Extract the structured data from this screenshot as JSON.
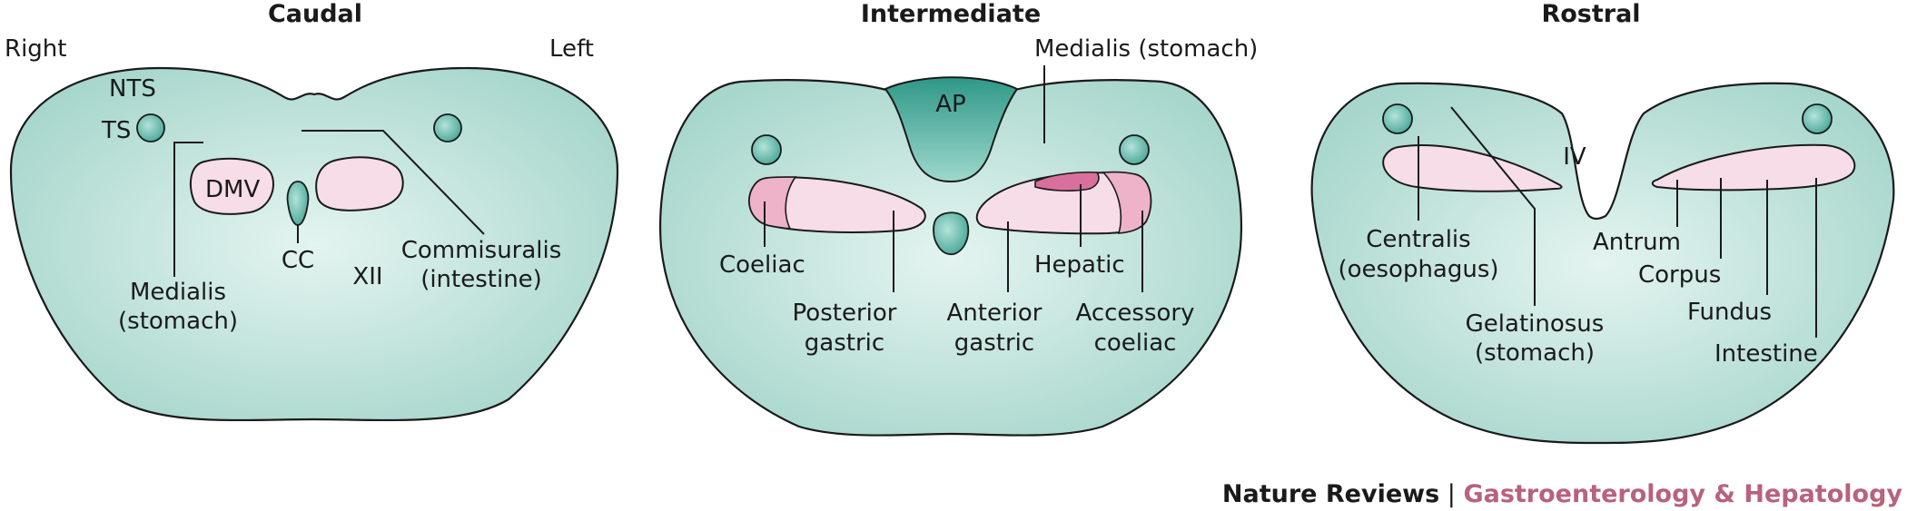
{
  "panels": {
    "caudal": {
      "title": "Caudal",
      "side_right": "Right",
      "side_left": "Left",
      "labels": {
        "nts": "NTS",
        "ts": "TS",
        "dmv": "DMV",
        "cc": "CC",
        "xii": "XII",
        "medialis_1": "Medialis",
        "medialis_2": "(stomach)",
        "commisuralis_1": "Commisuralis",
        "commisuralis_2": "(intestine)"
      }
    },
    "intermediate": {
      "title": "Intermediate",
      "labels": {
        "ap": "AP",
        "medialis": "Medialis (stomach)",
        "coeliac": "Coeliac",
        "hepatic": "Hepatic",
        "posterior_1": "Posterior",
        "posterior_2": "gastric",
        "anterior_1": "Anterior",
        "anterior_2": "gastric",
        "accessory_1": "Accessory",
        "accessory_2": "coeliac"
      }
    },
    "rostral": {
      "title": "Rostral",
      "labels": {
        "iv": "IV",
        "centralis_1": "Centralis",
        "centralis_2": "(oesophagus)",
        "gelatinosus_1": "Gelatinosus",
        "gelatinosus_2": "(stomach)",
        "antrum": "Antrum",
        "corpus": "Corpus",
        "fundus": "Fundus",
        "intestine": "Intestine"
      }
    }
  },
  "footer": {
    "journal": "Nature Reviews",
    "separator": " | ",
    "subject": "Gastroenterology & Hepatology"
  },
  "colors": {
    "tissue": "#a9d8cf",
    "tissue_center": "#e4f4f0",
    "nucleus_pink": "#f7dde7",
    "nucleus_mid_pink": "#eeb2c9",
    "nucleus_dark_pink": "#d96f9c",
    "area_postrema": "#3fa393",
    "footer_subject": "#b8627c"
  }
}
